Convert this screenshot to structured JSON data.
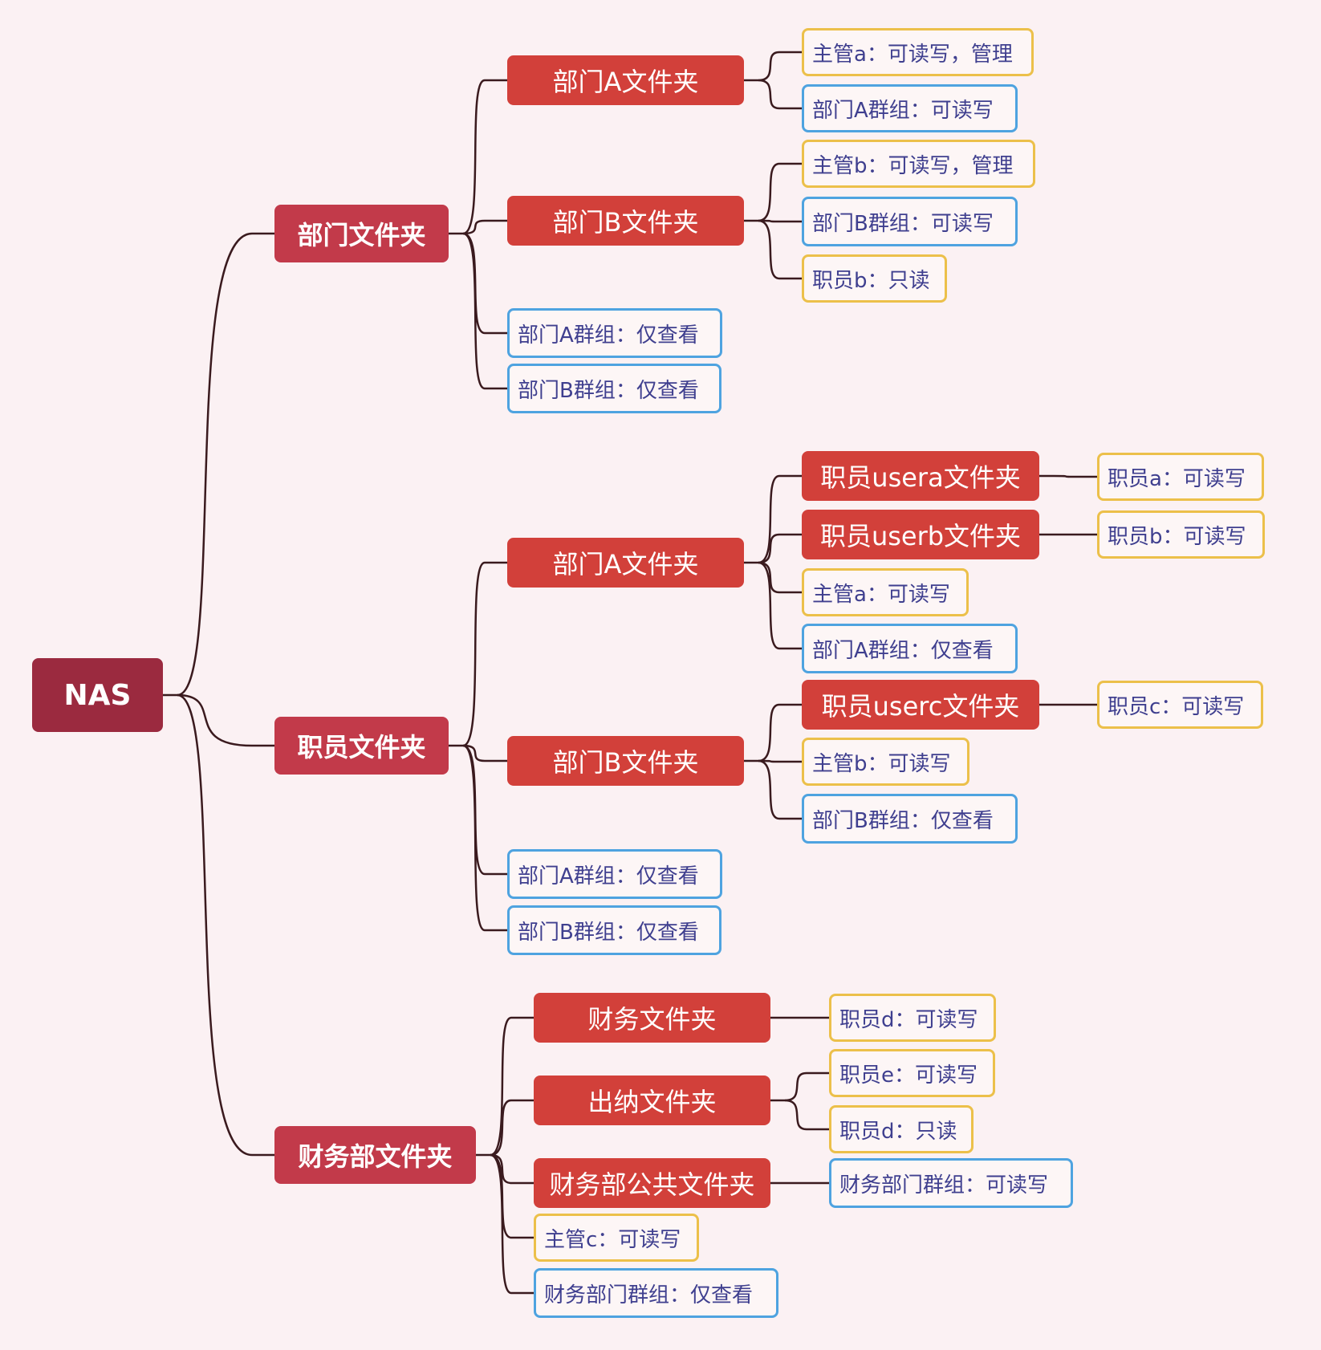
{
  "colors": {
    "background": "#fbf1f3",
    "root": "#9b2a3f",
    "level1": "#c23a4a",
    "folder": "#d2403a",
    "person_border": "#ecc04a",
    "group_border": "#4ea3e0",
    "line": "#3a1a1e",
    "perm_text": "#3f3f8f"
  },
  "root": {
    "label": "NAS"
  },
  "dept": {
    "label": "部门文件夹",
    "a": {
      "label": "部门A文件夹",
      "p1": "主管a：可读写，管理",
      "p2": "部门A群组：可读写"
    },
    "b": {
      "label": "部门B文件夹",
      "p1": "主管b：可读写，管理",
      "p2": "部门B群组：可读写",
      "p3": "职员b：只读"
    },
    "g1": "部门A群组：仅查看",
    "g2": "部门B群组：仅查看"
  },
  "staff": {
    "label": "职员文件夹",
    "a": {
      "label": "部门A文件夹",
      "ua": {
        "label": "职员usera文件夹",
        "perm": "职员a：可读写"
      },
      "ub": {
        "label": "职员userb文件夹",
        "perm": "职员b：可读写"
      },
      "p1": "主管a：可读写",
      "p2": "部门A群组：仅查看"
    },
    "b": {
      "label": "部门B文件夹",
      "uc": {
        "label": "职员userc文件夹",
        "perm": "职员c：可读写"
      },
      "p1": "主管b：可读写",
      "p2": "部门B群组：仅查看"
    },
    "g1": "部门A群组：仅查看",
    "g2": "部门B群组：仅查看"
  },
  "fin": {
    "label": "财务部文件夹",
    "caiwu": {
      "label": "财务文件夹",
      "p1": "职员d：可读写"
    },
    "chuna": {
      "label": "出纳文件夹",
      "p1": "职员e：可读写",
      "p2": "职员d：只读"
    },
    "pub": {
      "label": "财务部公共文件夹",
      "p1": "财务部门群组：可读写"
    },
    "p1": "主管c：可读写",
    "g1": "财务部门群组：仅查看"
  }
}
